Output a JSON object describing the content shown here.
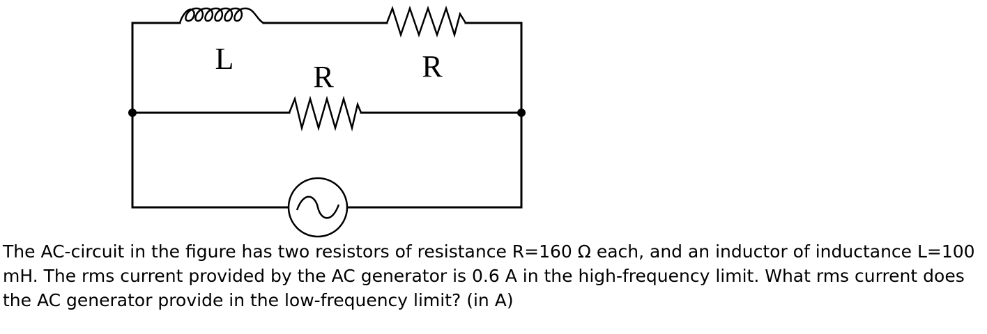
{
  "circuit": {
    "inductor_label": "L",
    "top_resistor_label": "R",
    "middle_resistor_label": "R",
    "source_icon": "ac-source-icon"
  },
  "question": {
    "text": "The AC-circuit in the figure has two resistors of resistance R=160 Ω each, and an inductor of inductance L=100 mH. The rms current provided by the AC generator is 0.6 A in the high-frequency limit. What rms current does the AC generator provide in the low-frequency limit? (in A)"
  }
}
